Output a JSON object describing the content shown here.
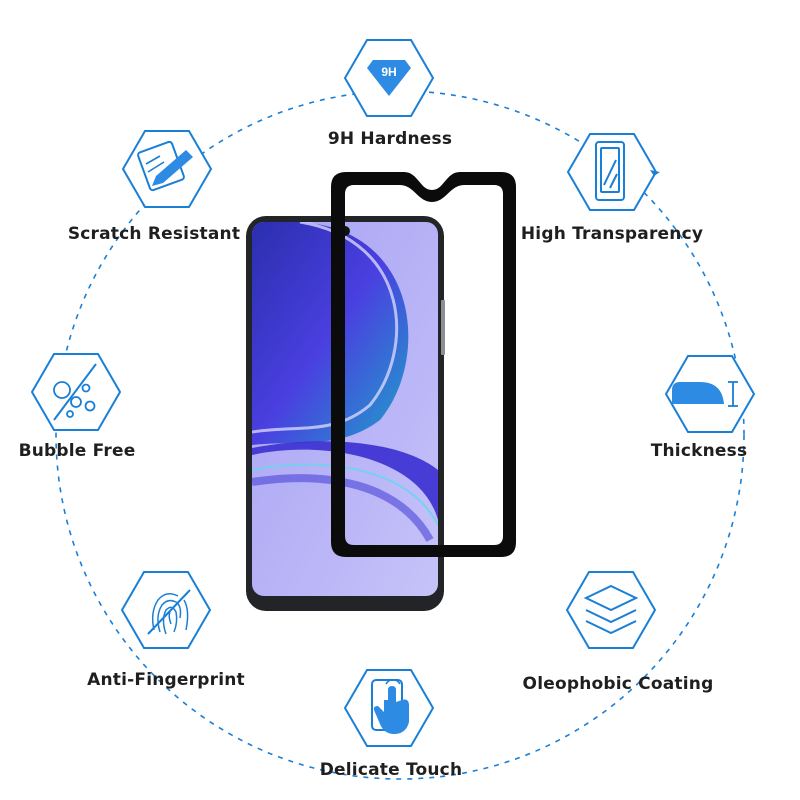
{
  "colors": {
    "accent": "#1a7fd6",
    "icon_fill": "#2d8be3",
    "phone_body": "#222427",
    "protector_border": "#0b0b0b",
    "label_text": "#1f1f1f"
  },
  "features": [
    {
      "id": "hardness",
      "label": "9H Hardness",
      "icon": "diamond-9h-icon",
      "badge": "9H"
    },
    {
      "id": "transparency",
      "label": "High Transparency",
      "icon": "glass-panel-icon"
    },
    {
      "id": "thickness",
      "label": "Thickness",
      "icon": "thickness-edge-icon"
    },
    {
      "id": "oleophobic",
      "label": "Oleophobic Coating",
      "icon": "layers-icon"
    },
    {
      "id": "touch",
      "label": "Delicate Touch",
      "icon": "touch-hand-icon"
    },
    {
      "id": "fingerprint",
      "label": "Anti-Fingerprint",
      "icon": "fingerprint-icon"
    },
    {
      "id": "bubble",
      "label": "Bubble Free",
      "icon": "bubbles-icon"
    },
    {
      "id": "scratch",
      "label": "Scratch Resistant",
      "icon": "scratch-pen-icon"
    }
  ]
}
